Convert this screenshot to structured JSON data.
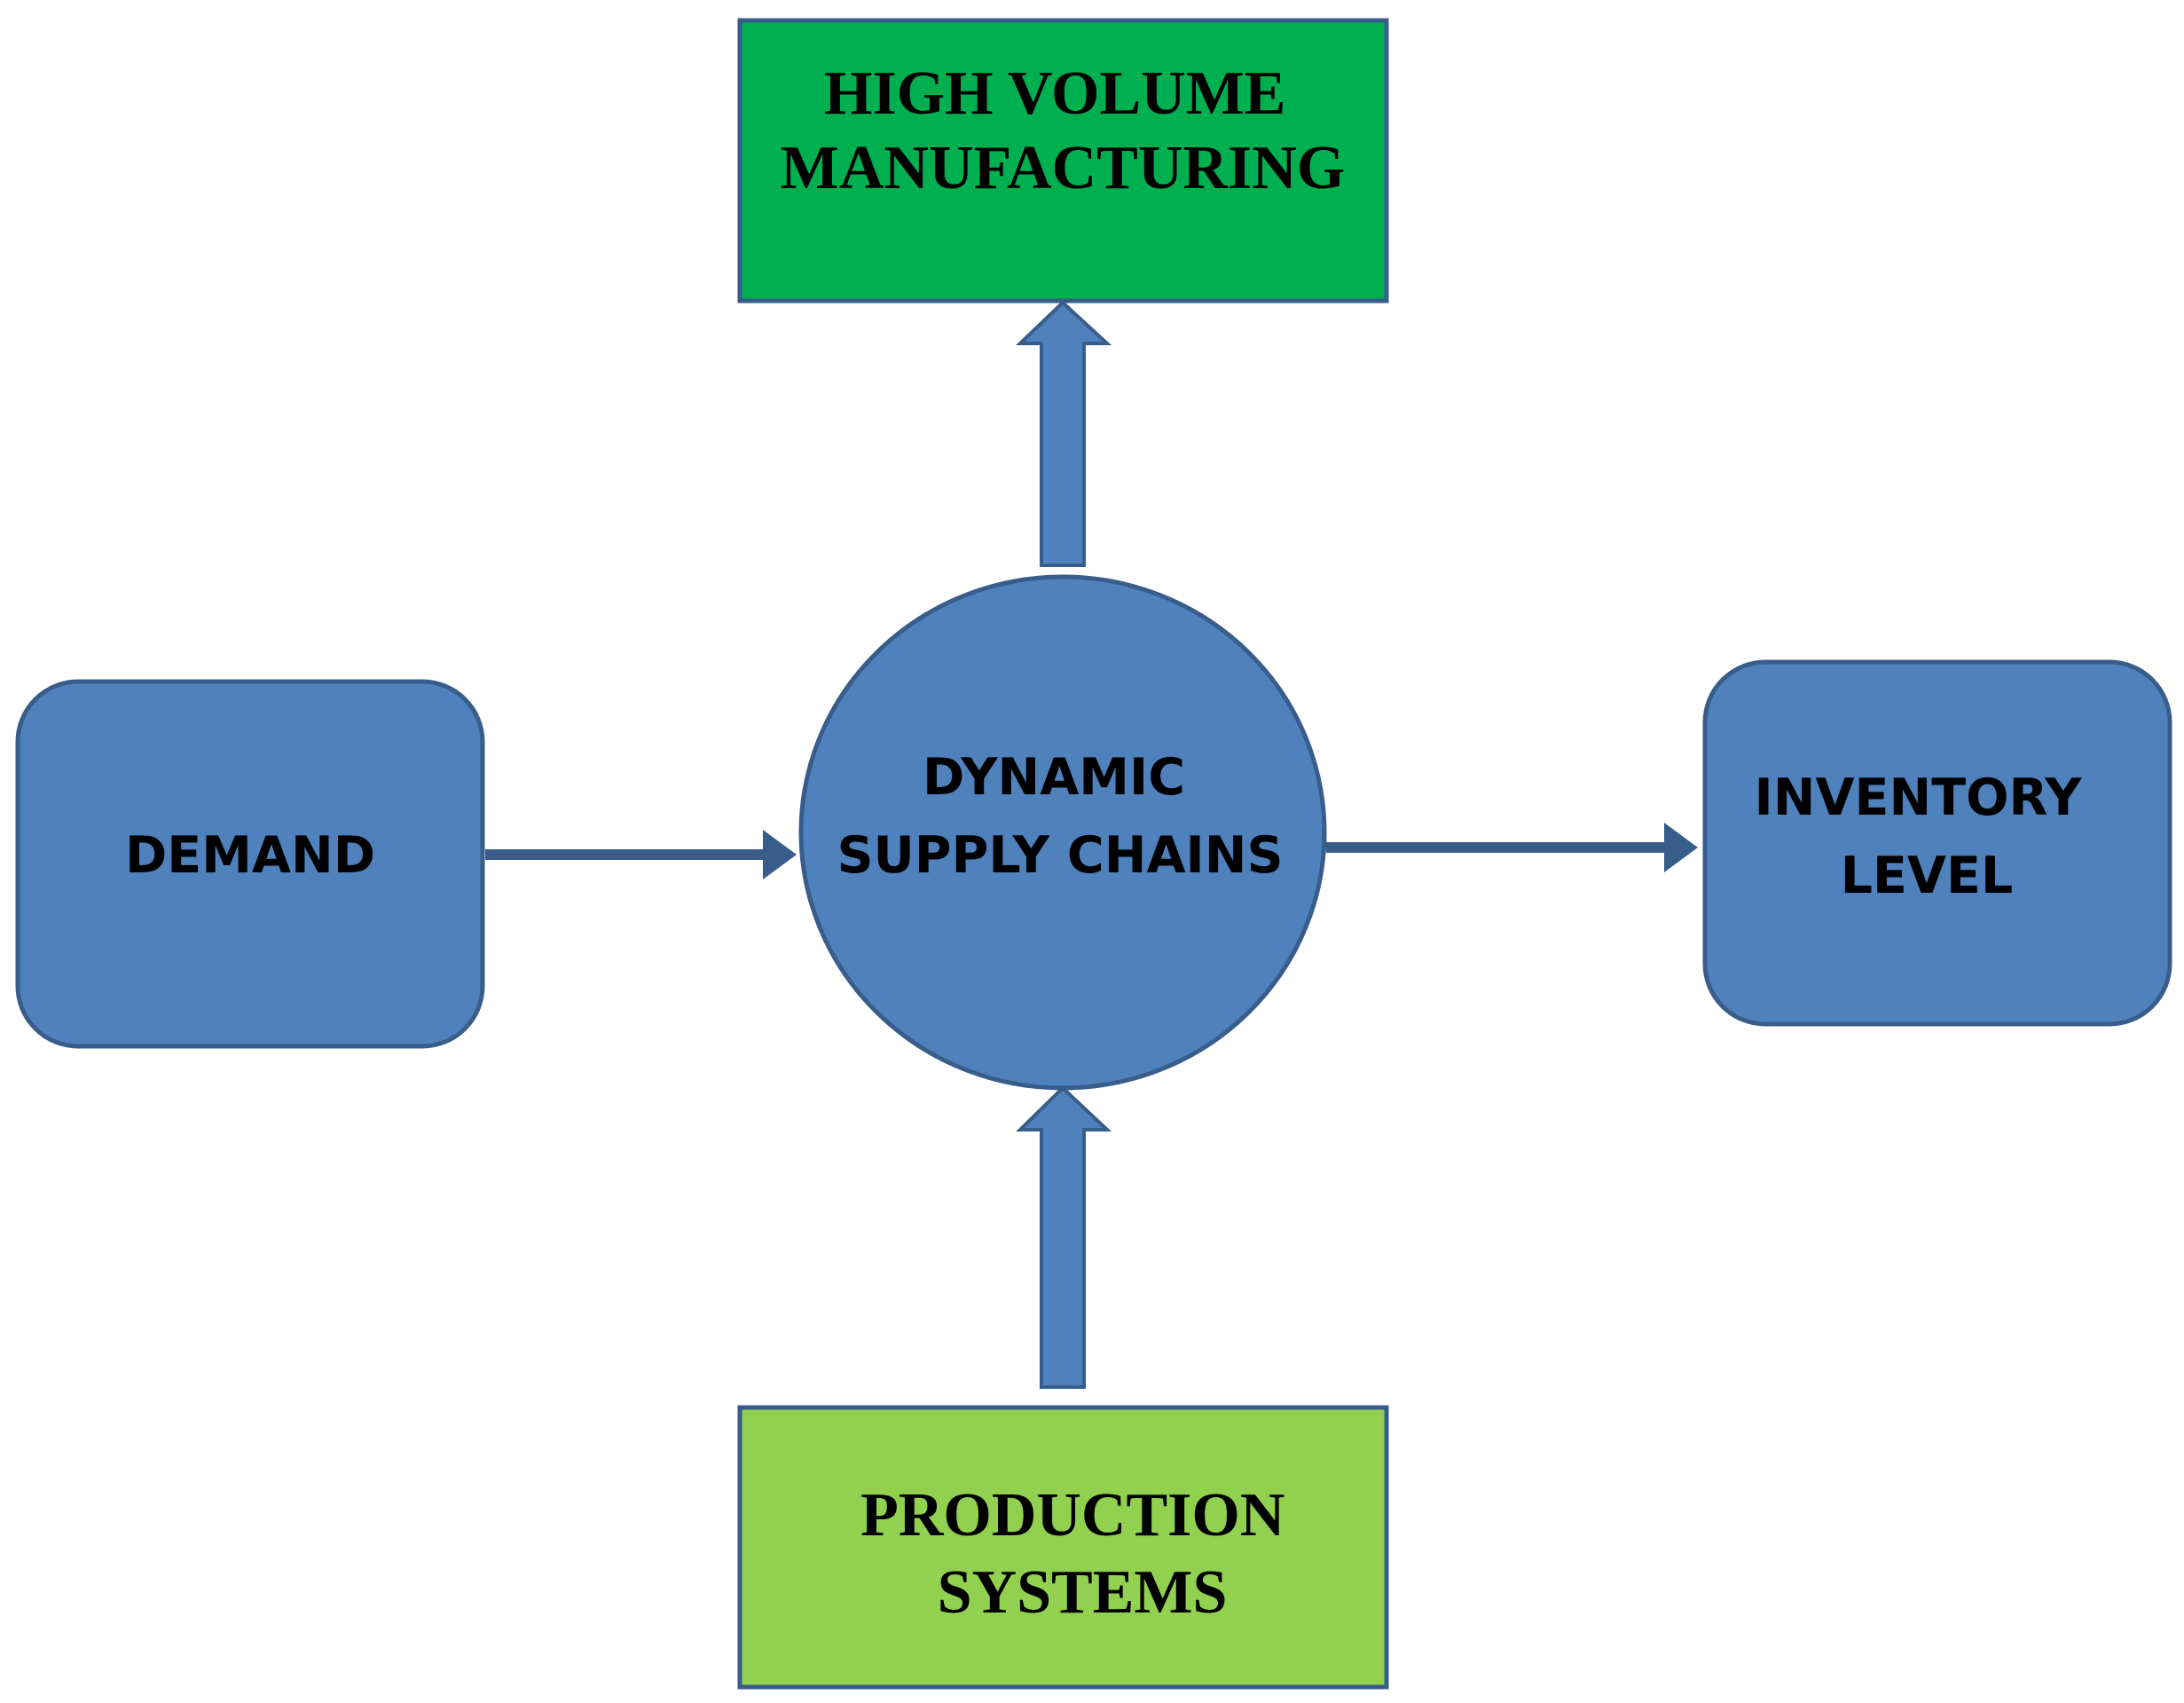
{
  "nodes": {
    "high_volume_manufacturing": {
      "lines": [
        "HIGH VOLUME",
        "MANUFACTURING"
      ],
      "fill": "#00b050"
    },
    "dynamic_supply_chains": {
      "lines": [
        "DYNAMIC",
        "SUPPLY CHAINS"
      ],
      "fill": "#4f81bd"
    },
    "demand": {
      "lines": [
        "DEMAND"
      ],
      "fill": "#4f81bd"
    },
    "inventory_level": {
      "lines": [
        "INVENTORY",
        "LEVEL"
      ],
      "fill": "#4f81bd"
    },
    "production_systems": {
      "lines": [
        "PRODUCTION",
        "SYSTEMS"
      ],
      "fill": "#92d050"
    }
  },
  "edges": [
    {
      "from": "dynamic_supply_chains",
      "to": "high_volume_manufacturing",
      "style": "block-arrow"
    },
    {
      "from": "production_systems",
      "to": "dynamic_supply_chains",
      "style": "block-arrow"
    },
    {
      "from": "demand",
      "to": "dynamic_supply_chains",
      "style": "line-arrow"
    },
    {
      "from": "dynamic_supply_chains",
      "to": "inventory_level",
      "style": "line-arrow"
    }
  ],
  "colors": {
    "stroke": "#385d8a",
    "arrow_fill": "#4f81bd",
    "text": "#000000",
    "background": "#ffffff"
  }
}
